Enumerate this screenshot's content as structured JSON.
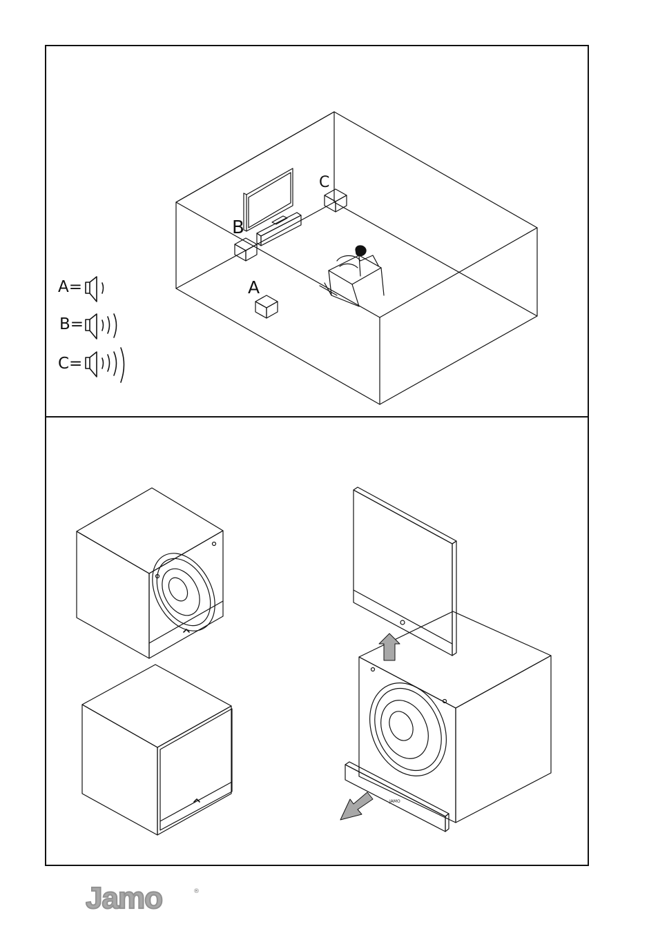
{
  "room": {
    "labels": {
      "a": "A",
      "b": "B",
      "c": "C"
    }
  },
  "legend": [
    {
      "label": "A=",
      "waves": 1
    },
    {
      "label": "B=",
      "waves": 3
    },
    {
      "label": "C=",
      "waves": 4
    }
  ],
  "subwoofer": {
    "badge_text": "JAMO"
  },
  "colors": {
    "line": "#111111",
    "arrow_fill": "#a8a8a8",
    "logo_gray": "#9a9a9a"
  },
  "logo": {
    "brand": "Jamo",
    "registered_mark": "®"
  }
}
